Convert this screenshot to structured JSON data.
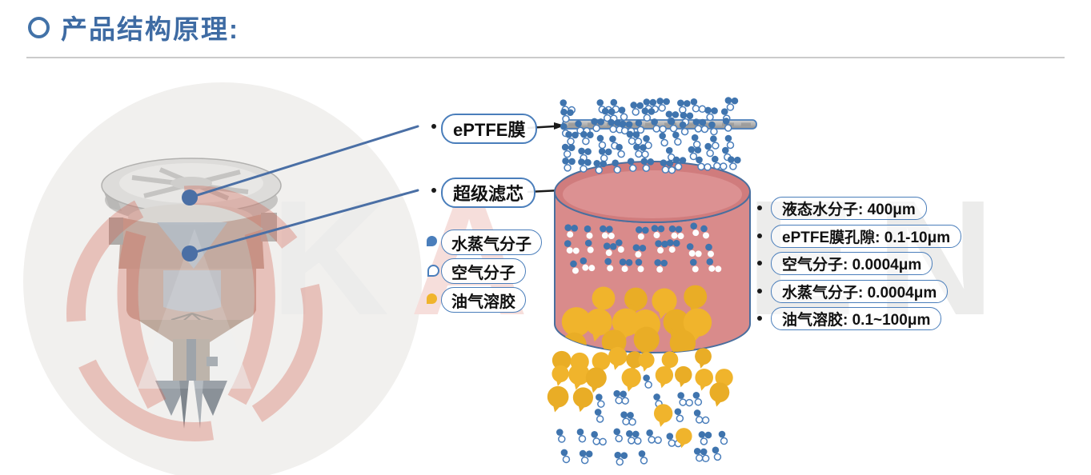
{
  "header": {
    "title": "产品结构原理:"
  },
  "watermark": {
    "part1": "K",
    "part2": "A",
    "part3": "ISEN"
  },
  "callouts": [
    {
      "label": "ePTFE膜"
    },
    {
      "label": "超级滤芯"
    }
  ],
  "legend": [
    {
      "label": "水蒸气分子",
      "marker": "water-vapor-molecule"
    },
    {
      "label": "空气分子",
      "marker": "air-molecule"
    },
    {
      "label": "油气溶胶",
      "marker": "oil-aerosol"
    }
  ],
  "specs": [
    {
      "text": "液态水分子: 400μm"
    },
    {
      "text": "ePTFE膜孔隙: 0.1-10μm"
    },
    {
      "text": "空气分子: 0.0004μm"
    },
    {
      "text": "水蒸气分子: 0.0004μm"
    },
    {
      "text": "油气溶胶: 0.1~100μm"
    }
  ],
  "colors": {
    "accent_blue": "#3e6ba3",
    "pill_border": "#4a7ebb",
    "line_blue": "#4a6fa5",
    "molecule_blue": "#3f74ae",
    "aerosol_yellow": "#f0b42c",
    "aerosol_yellow_dark": "#e9ad26",
    "filter_red": "#d98b8b",
    "filter_red_dark": "#d07c7d",
    "watermark_gray": "#ececeb"
  }
}
